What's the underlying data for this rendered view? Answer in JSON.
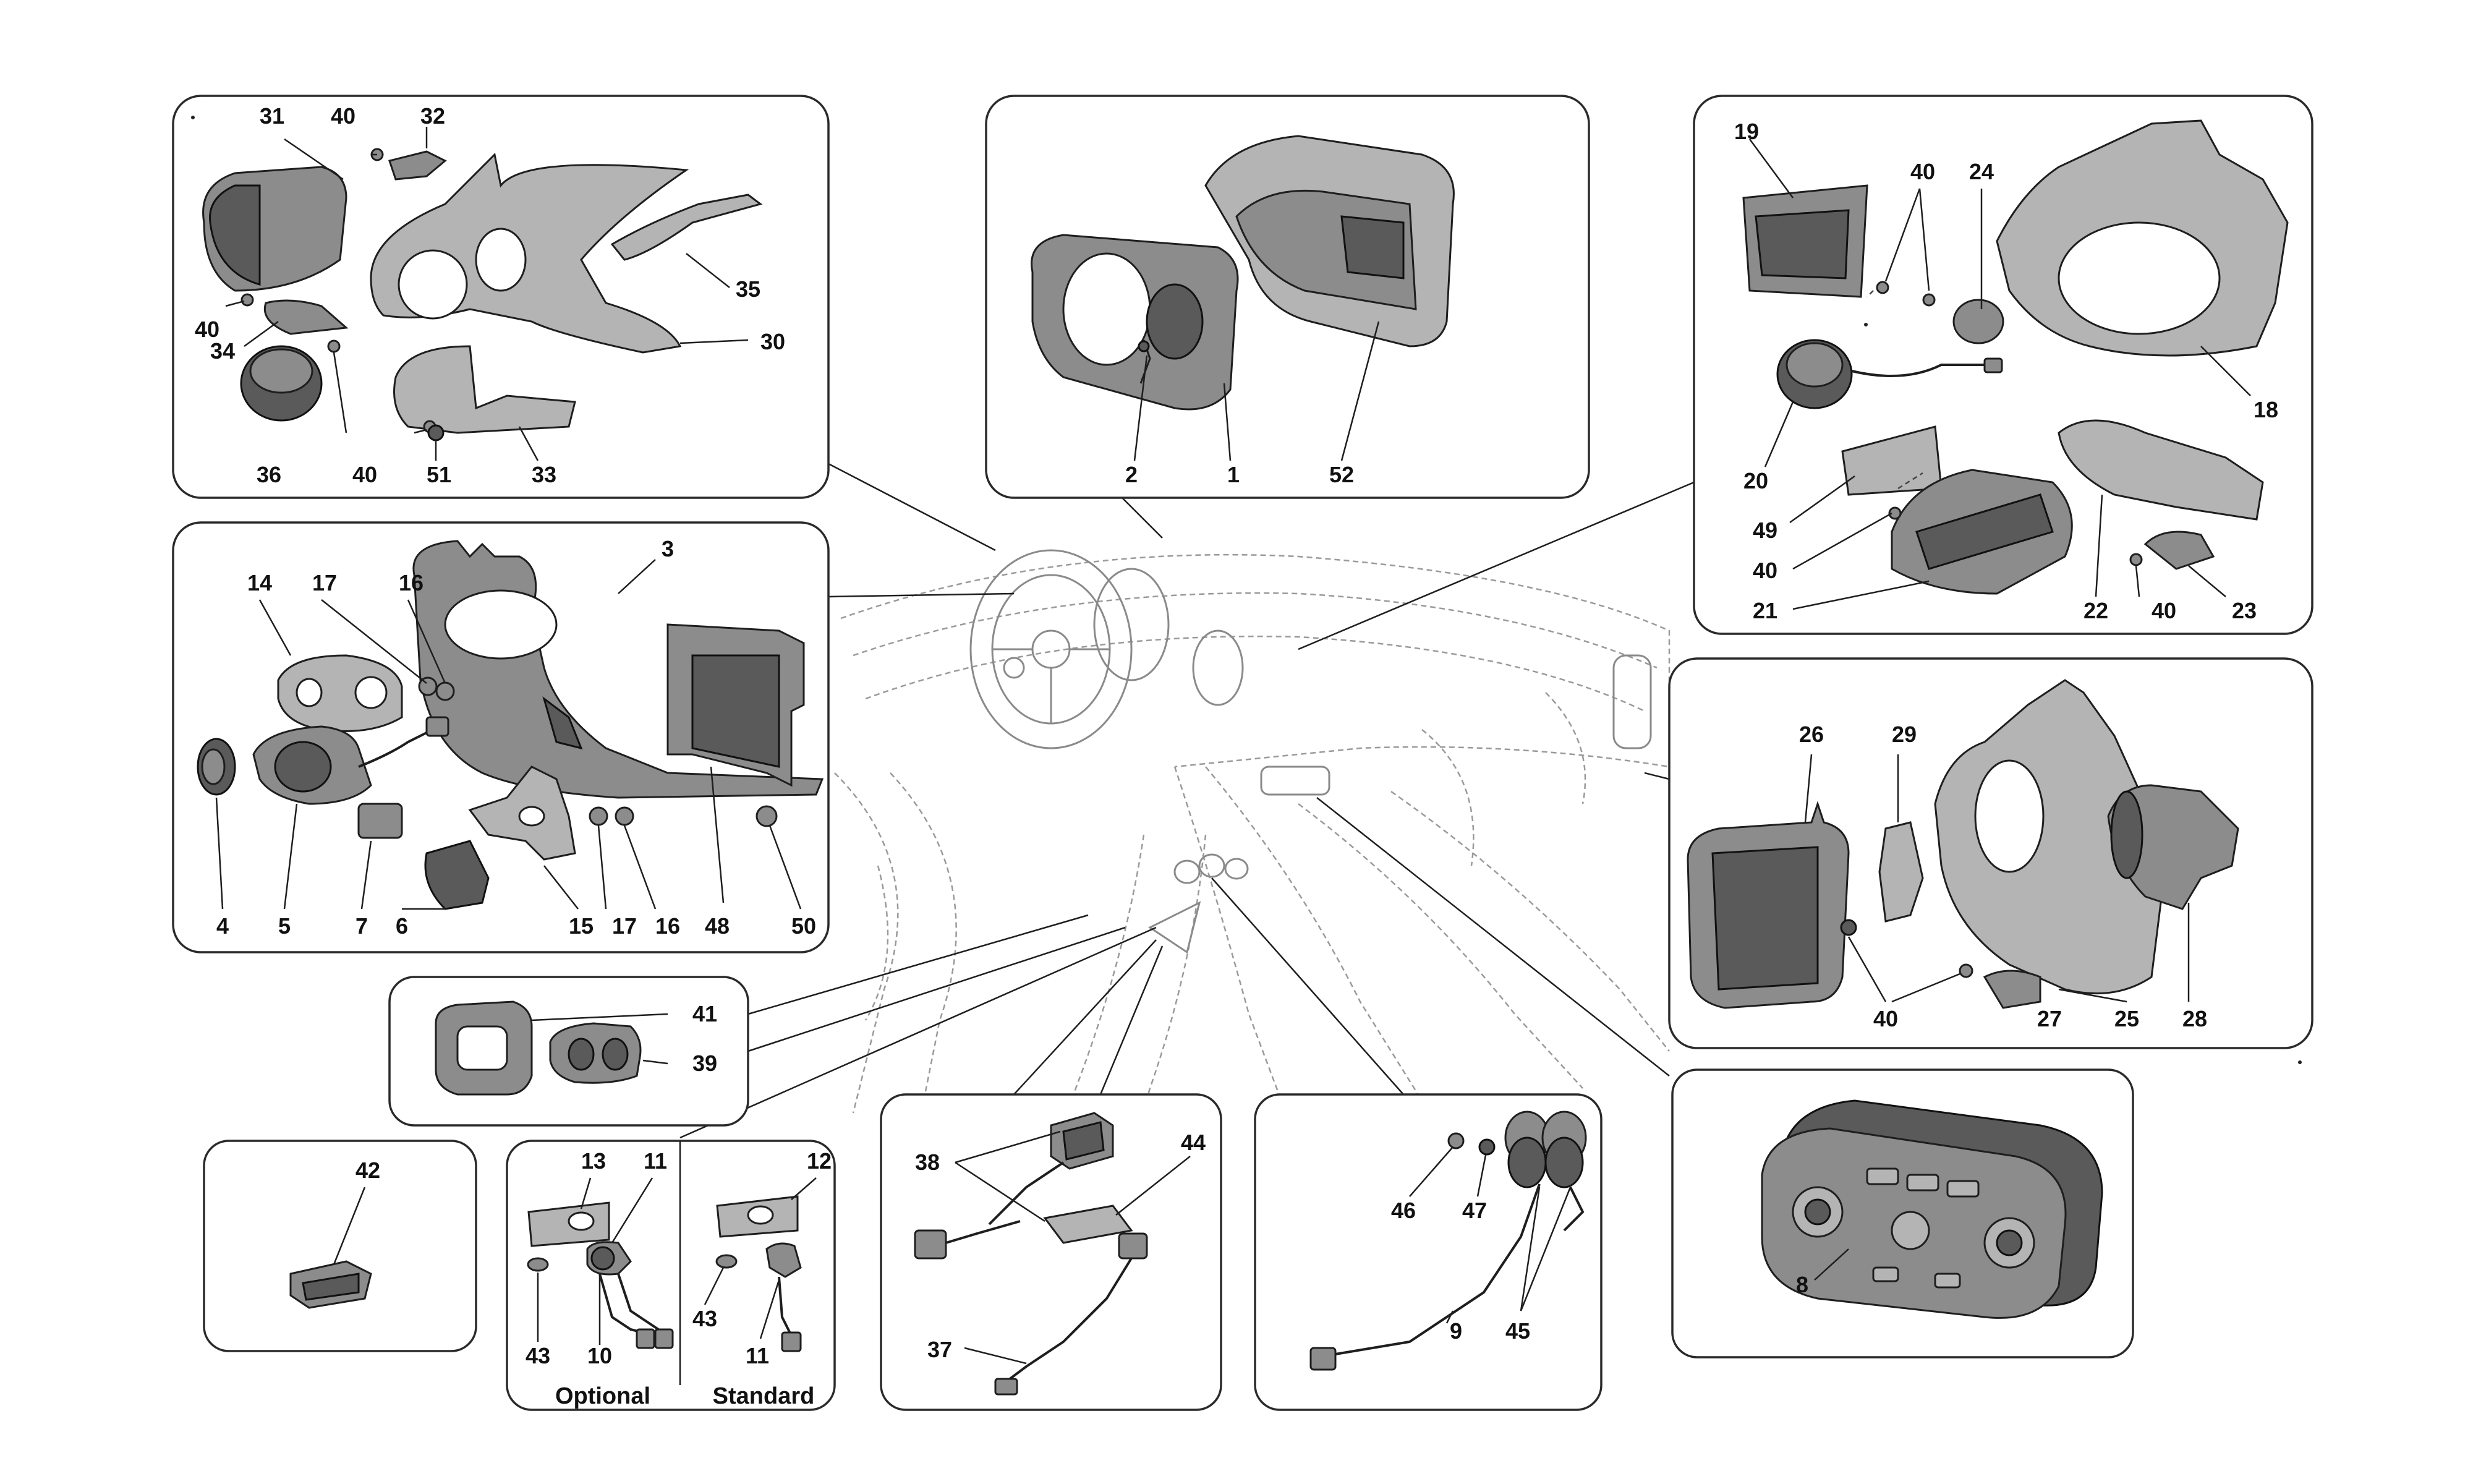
{
  "panels": [
    {
      "id": "p1",
      "callouts": [
        "31",
        "40",
        "32",
        "40",
        "35",
        "30",
        "34",
        "36",
        "40",
        "51",
        "33"
      ]
    },
    {
      "id": "p2",
      "callouts": [
        "2",
        "1",
        "52"
      ]
    },
    {
      "id": "p3",
      "callouts": [
        "19",
        "40",
        "24",
        "18",
        "20",
        "49",
        "40",
        "21",
        "22",
        "40",
        "23"
      ]
    },
    {
      "id": "p4",
      "callouts": [
        "3",
        "14",
        "17",
        "16",
        "48",
        "4",
        "5",
        "7",
        "6",
        "15",
        "17",
        "16",
        "50"
      ]
    },
    {
      "id": "p5",
      "callouts": [
        "26",
        "29",
        "40",
        "27",
        "25",
        "28"
      ]
    },
    {
      "id": "p6",
      "callouts": [
        "41",
        "39"
      ]
    },
    {
      "id": "p7",
      "callouts": [
        "42"
      ]
    },
    {
      "id": "p8",
      "callouts": [
        "13",
        "11",
        "43",
        "10",
        "12",
        "43",
        "11"
      ]
    },
    {
      "id": "p9",
      "callouts": [
        "38",
        "44",
        "37"
      ]
    },
    {
      "id": "p10",
      "callouts": [
        "46",
        "47",
        "9",
        "45"
      ]
    },
    {
      "id": "p11",
      "callouts": [
        "8"
      ]
    }
  ],
  "variants": {
    "optional": "Optional",
    "standard": "Standard"
  }
}
